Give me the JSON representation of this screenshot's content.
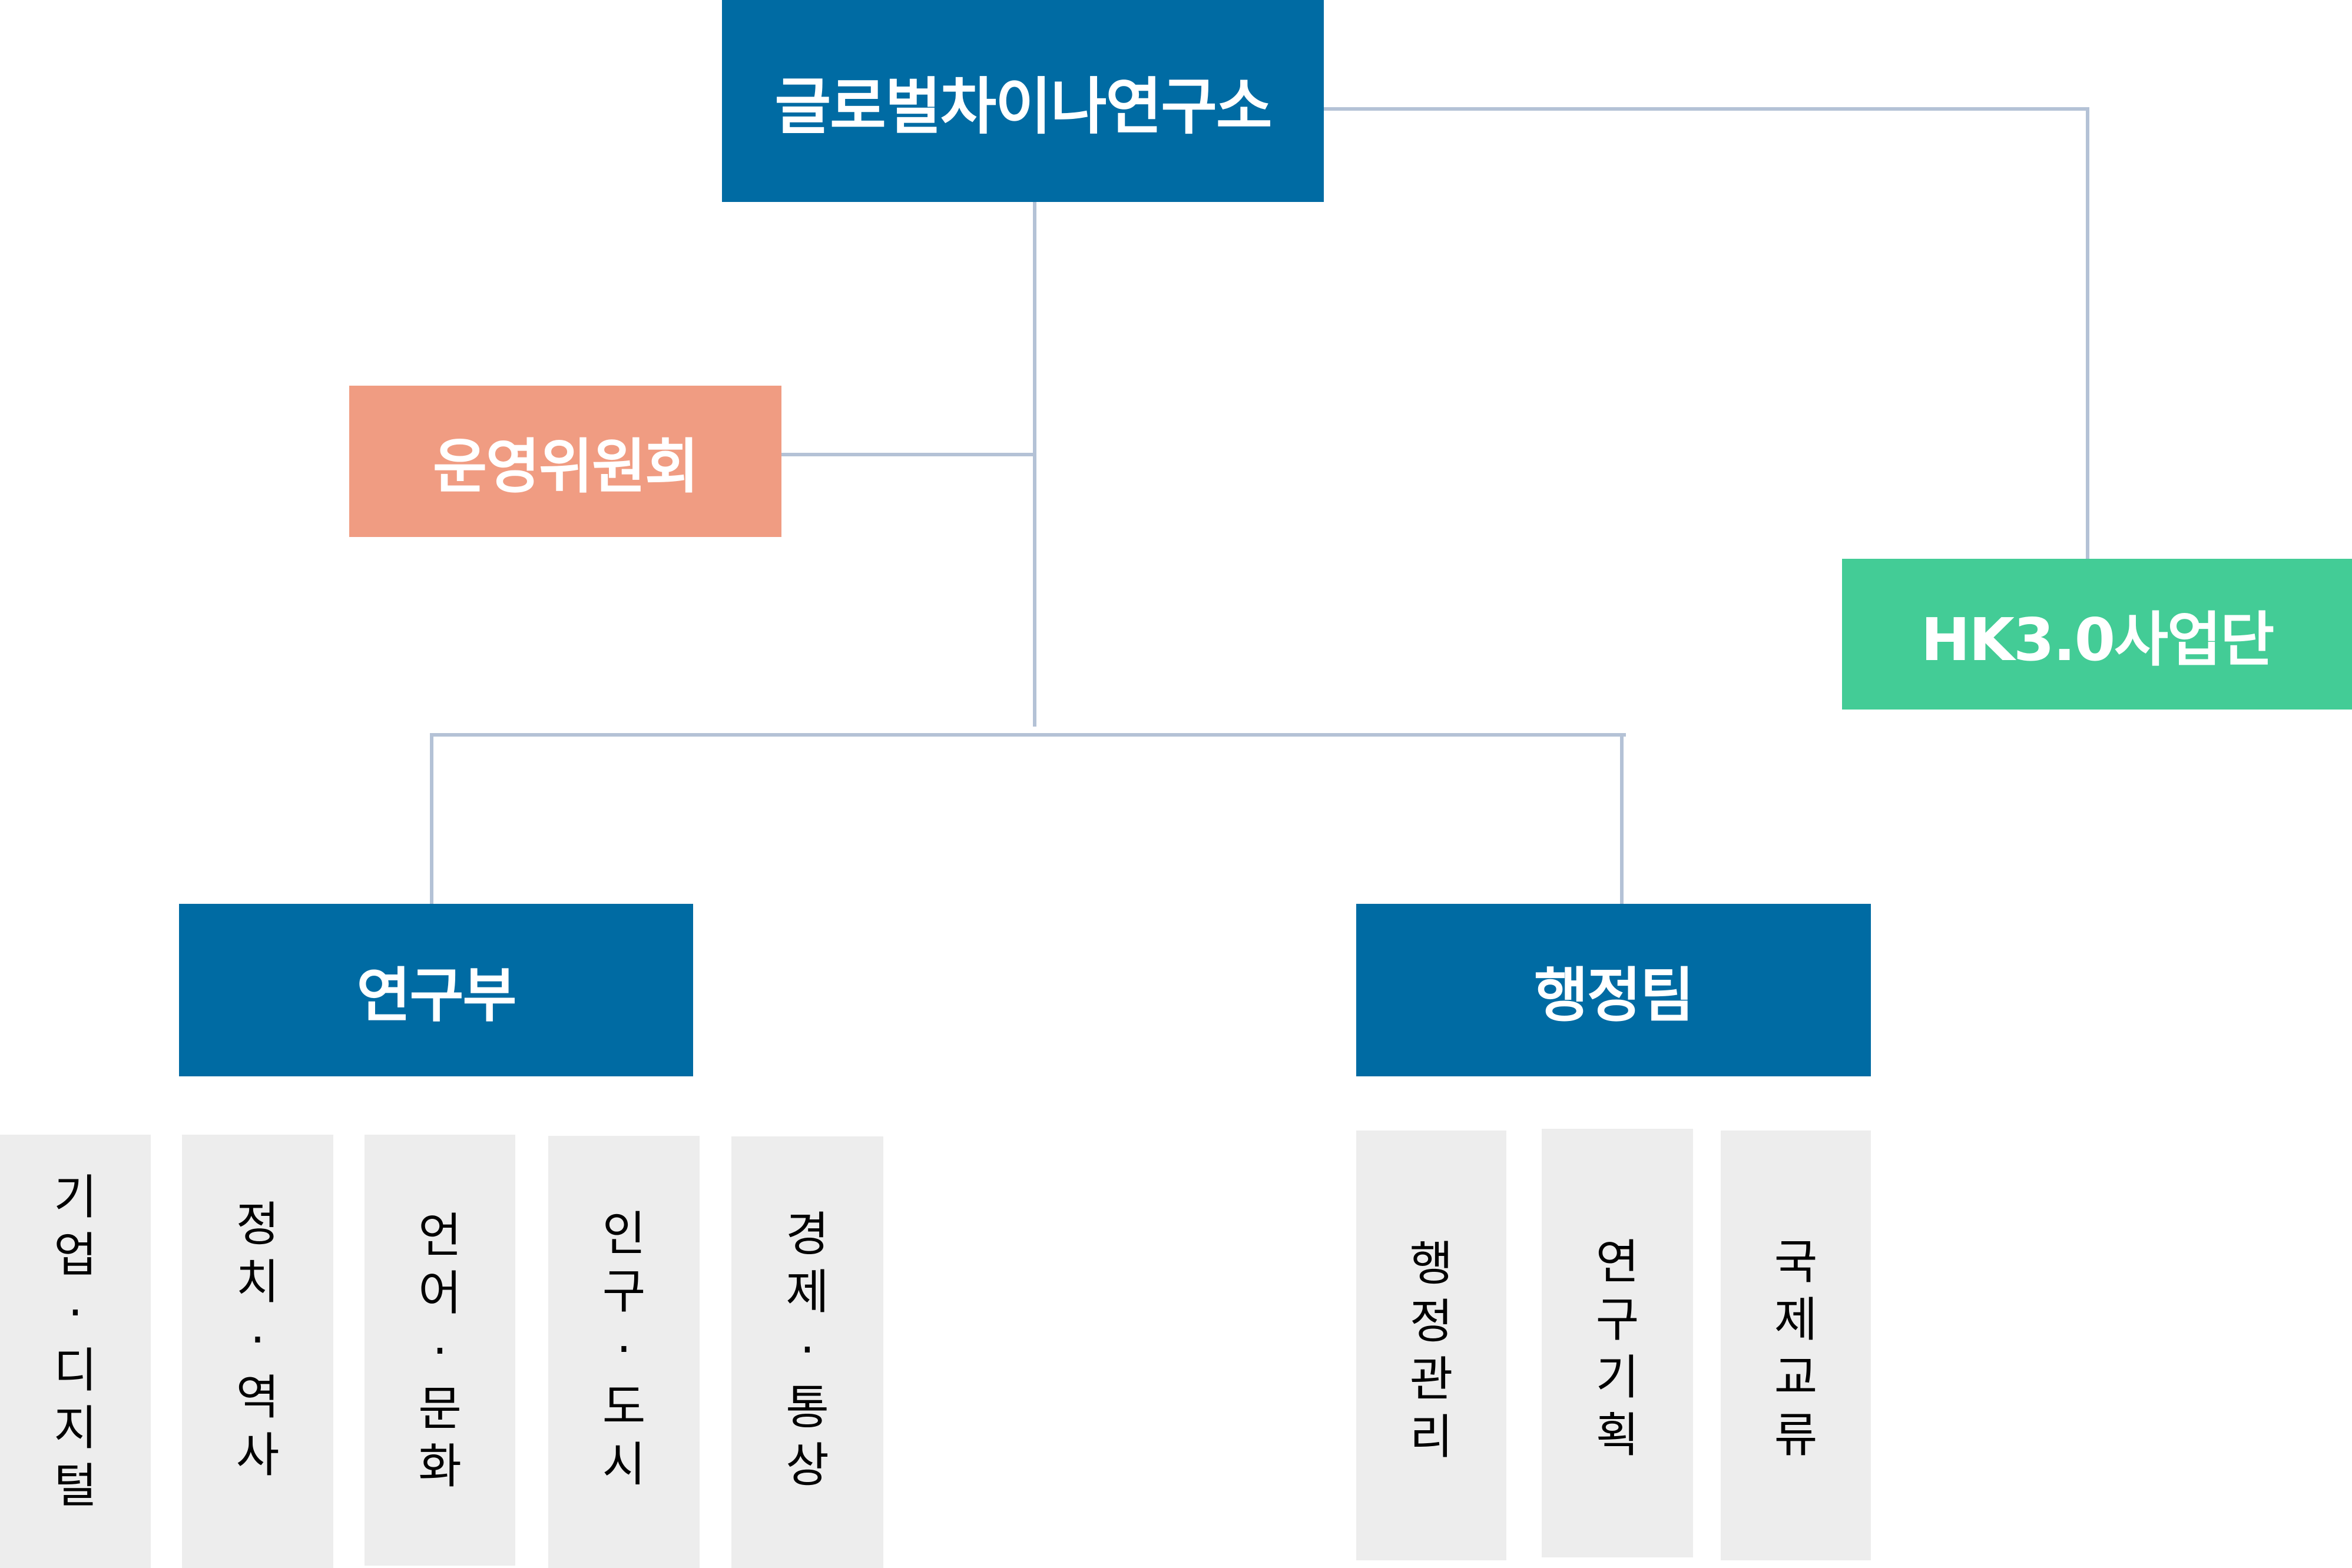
{
  "colors": {
    "primary_blue": "#006ba3",
    "committee_salmon": "#f09c82",
    "hk_green": "#43cc96",
    "leaf_gray": "#ededed",
    "connector": "#b4c2d6",
    "label_white": "#ffffff",
    "leaf_text": "#000000"
  },
  "org": {
    "root": {
      "label": "글로벌차이나연구소"
    },
    "committee": {
      "label": "운영위원회"
    },
    "hk_project": {
      "label": "HK3.0사업단"
    },
    "research_dept": {
      "label": "연구부",
      "children": [
        {
          "label": "기업·디지털"
        },
        {
          "label": "정치·역사"
        },
        {
          "label": "언어·문화"
        },
        {
          "label": "인구·도시"
        },
        {
          "label": "경제·통상"
        }
      ]
    },
    "admin_team": {
      "label": "행정팀",
      "children": [
        {
          "label": "행정관리"
        },
        {
          "label": "연구기획"
        },
        {
          "label": "국제교류"
        }
      ]
    }
  }
}
